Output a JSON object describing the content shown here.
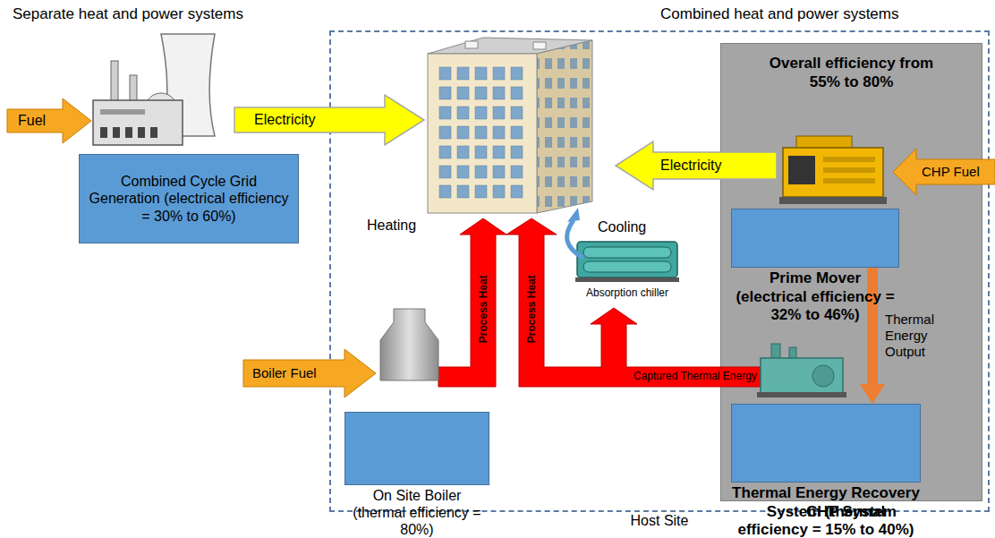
{
  "diagram": {
    "nodes": [
      {
        "text": [
          "Host Site"
        ]
      },
      {
        "text": [
          "Combined Cycle Grid Generation (electrical efficiency = 30% to 60%)"
        ]
      },
      {
        "text": [
          "CHP System",
          "Overall efficiency from 55% to 80%"
        ],
        "in": 0
      },
      {
        "text": [
          "Prime Mover (electrical efficiency = 32% to 46%)"
        ],
        "in": 2
      },
      {
        "text": [
          "Thermal Energy Recovery System (thermal efficiency = 15% to 40%)"
        ],
        "in": 2
      },
      {
        "text": [
          "On Site Boiler (thermal efficiency = 80%)"
        ],
        "in": 0
      }
    ],
    "edges": [
      {
        "from": 3,
        "to": 4,
        "arrow": "to",
        "label": "Thermal Energy Output"
      }
    ],
    "labels": [
      "Separate heat and power systems",
      "Combined heat and power systems",
      "Fuel",
      "Electricity",
      "Electricity",
      "CHP Fuel",
      "Heating",
      "Cooling",
      "Absorption chiller",
      "Boiler Fuel",
      "Process Heat",
      "Process Heat",
      "Captured Thermal Energy"
    ]
  }
}
